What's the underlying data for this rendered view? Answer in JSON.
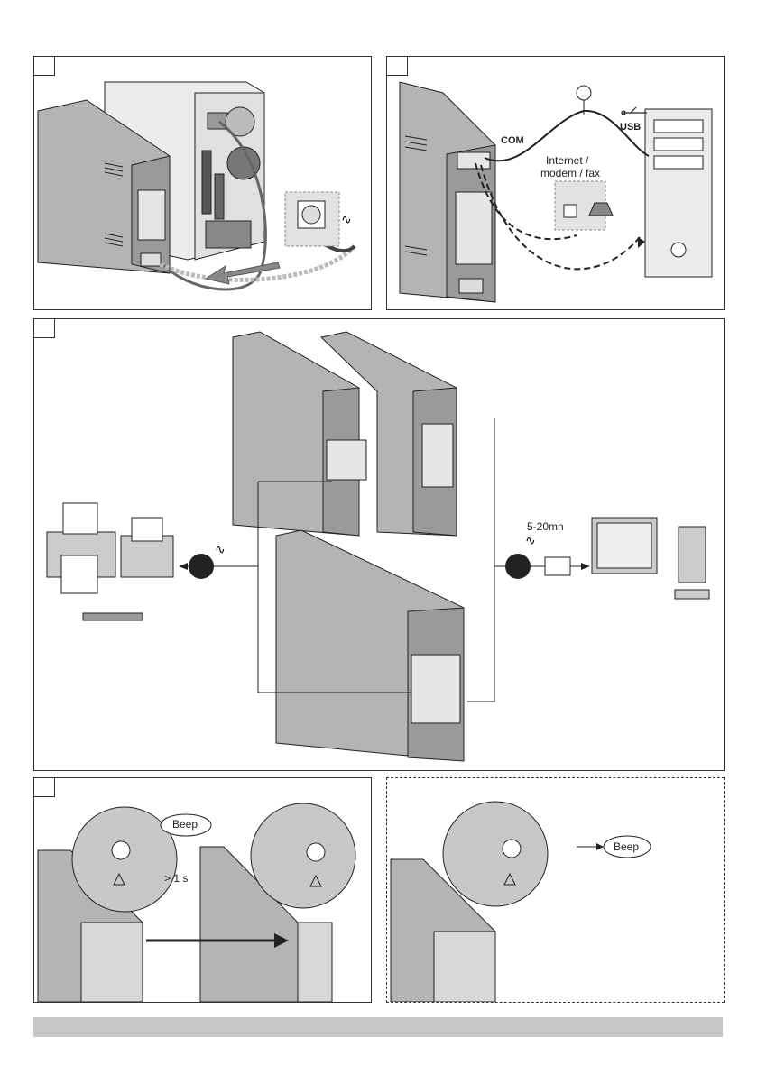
{
  "panel2": {
    "com_label": "COM",
    "usb_label": "USB",
    "internet_label_line1": "Internet /",
    "internet_label_line2": "modem / fax"
  },
  "panel3": {
    "runtime_label": "5-20mn"
  },
  "panel4": {
    "beep_label": "Beep",
    "press_label": "> 1 s"
  },
  "panel5": {
    "beep_label": "Beep"
  },
  "colors": {
    "ups_body": "#b4b4b4",
    "ups_side": "#9a9a9a",
    "outline": "#222222",
    "footer_bar": "#c8c8c8"
  }
}
